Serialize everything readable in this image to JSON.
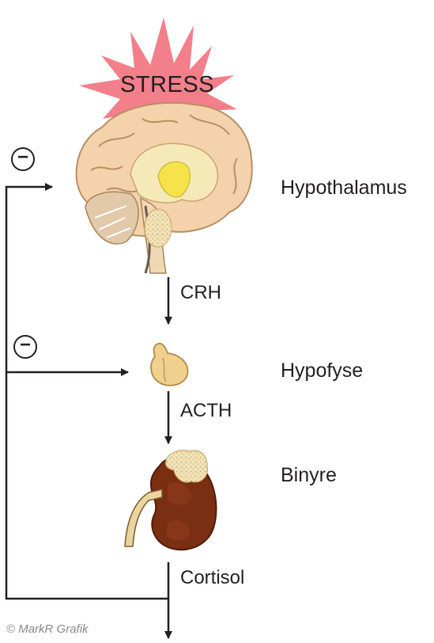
{
  "stress": {
    "label": "STRESS"
  },
  "nodes": {
    "hypothalamus": "Hypothalamus",
    "hypofyse": "Hypofyse",
    "binyre": "Binyre"
  },
  "hormones": {
    "crh": "CRH",
    "acth": "ACTH",
    "cortisol": "Cortisol"
  },
  "feedback": {
    "top_symbol": "−",
    "mid_symbol": "−"
  },
  "credit": "© MarkR Grafik",
  "colors": {
    "stress_burst": "#f27f8a",
    "brain_cortex": "#f3d2ac",
    "brain_outline": "#b98e66",
    "hypothalamus_yellow": "#f6e24a",
    "pituitary": "#f0d08e",
    "kidney": "#7a2e12",
    "adrenal": "#ead8a6",
    "line": "#231f20"
  }
}
